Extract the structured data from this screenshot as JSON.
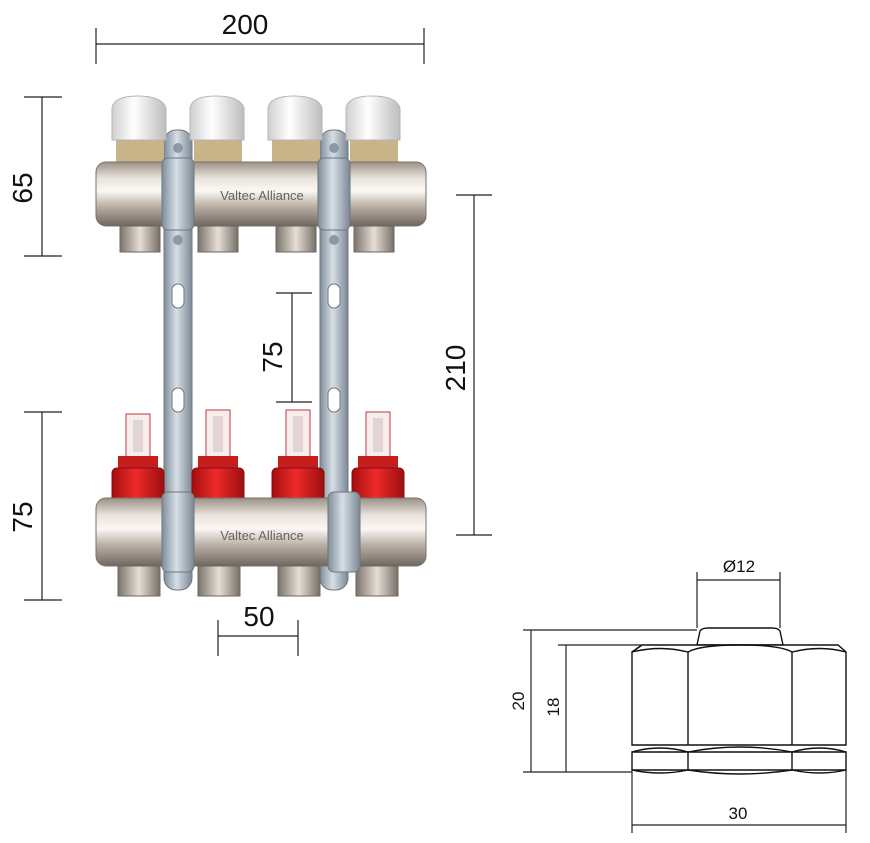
{
  "manifold": {
    "brand_text": "Valtec Alliance",
    "outlet_count": 4,
    "colors": {
      "brass": "#c9bfb2",
      "brass_dark": "#8f877d",
      "cap_white": "#f2f2f2",
      "flowmeter_red": "#d91a1a",
      "bracket_steel": "#a9b6c2"
    }
  },
  "dimensions": {
    "total_width": "200",
    "top_height": "65",
    "bottom_height": "75",
    "spacing_vertical": "75",
    "overall_height": "210",
    "outlet_pitch": "50"
  },
  "fitting_drawing": {
    "diameter": "Ø12",
    "height_total": "20",
    "height_nut": "18",
    "width": "30"
  }
}
